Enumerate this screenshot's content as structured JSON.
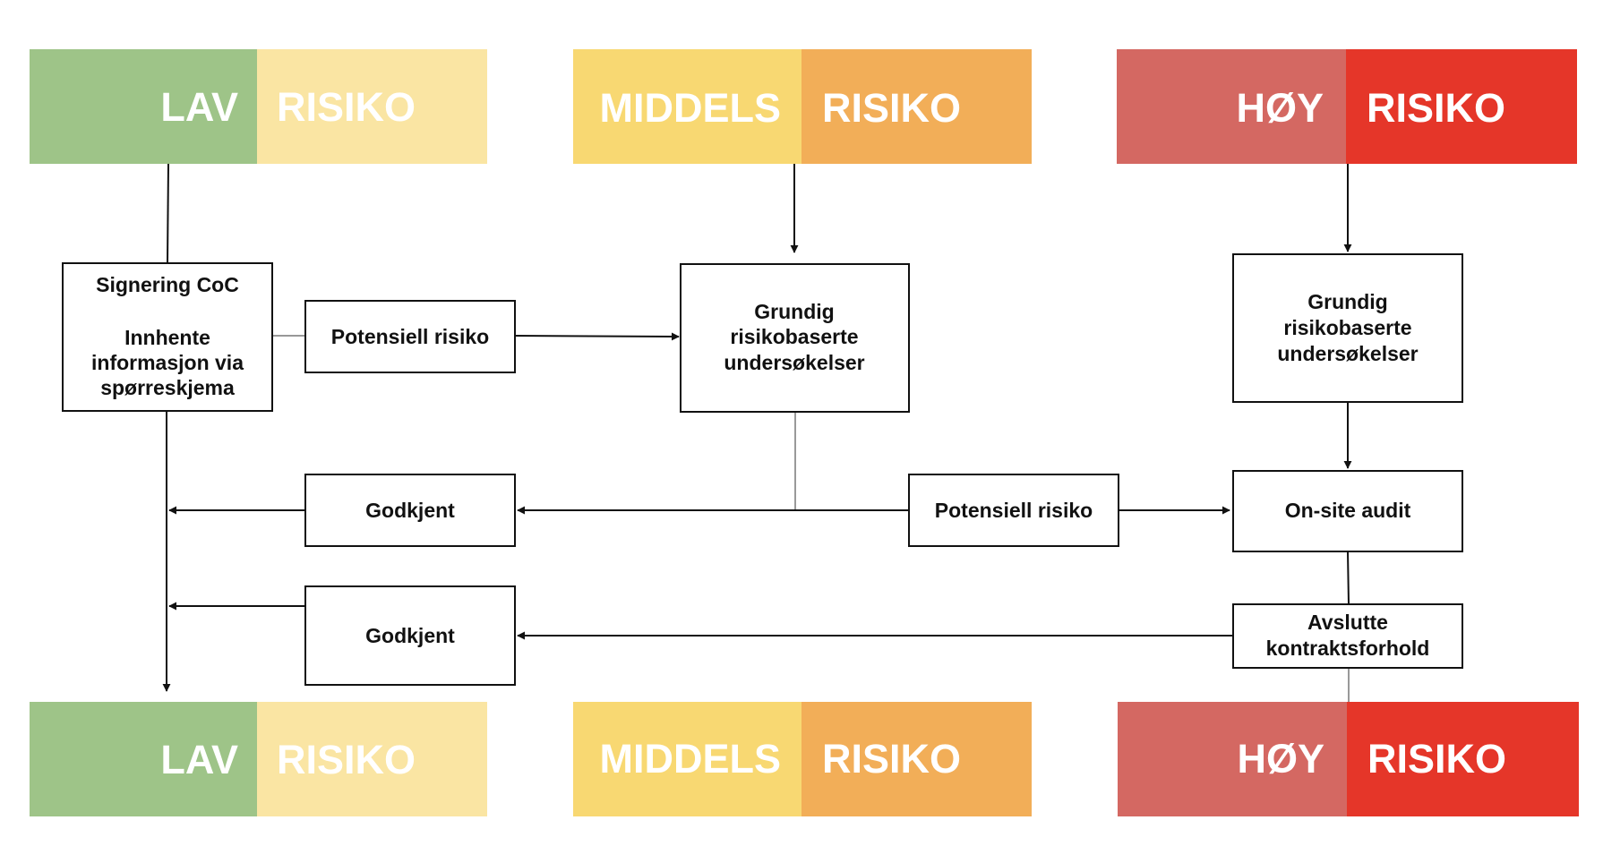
{
  "colors": {
    "lav_word": "#9ec488",
    "lav_risiko": "#fae5a3",
    "middels_word": "#f8d872",
    "middels_risiko": "#f2ae58",
    "hoy_word": "#d46862",
    "hoy_risiko": "#e53629"
  },
  "bands_top": {
    "lav": {
      "word": "LAV",
      "risiko": "RISIKO"
    },
    "middels": {
      "word": "MIDDELS",
      "risiko": "RISIKO"
    },
    "hoy": {
      "word": "HØY",
      "risiko": "RISIKO"
    }
  },
  "bands_bottom": {
    "lav": {
      "word": "LAV",
      "risiko": "RISIKO"
    },
    "middels": {
      "word": "MIDDELS",
      "risiko": "RISIKO"
    },
    "hoy": {
      "word": "HØY",
      "risiko": "RISIKO"
    }
  },
  "nodes": {
    "signering": {
      "line1": "Signering CoC",
      "line2": "Innhente",
      "line3": "informasjon via",
      "line4": "spørreskjema"
    },
    "potensiell_1": {
      "label": "Potensiell risiko"
    },
    "grundig_middels": {
      "line1": "Grundig",
      "line2": "risikobaserte",
      "line3": "undersøkelser"
    },
    "grundig_hoy": {
      "line1": "Grundig",
      "line2": "risikobaserte",
      "line3": "undersøkelser"
    },
    "godkjent_1": {
      "label": "Godkjent"
    },
    "potensiell_2": {
      "label": "Potensiell risiko"
    },
    "onsite": {
      "label": "On-site audit"
    },
    "godkjent_2": {
      "label": "Godkjent"
    },
    "avslutte": {
      "line1": "Avslutte",
      "line2": "kontraktsforhold"
    }
  }
}
